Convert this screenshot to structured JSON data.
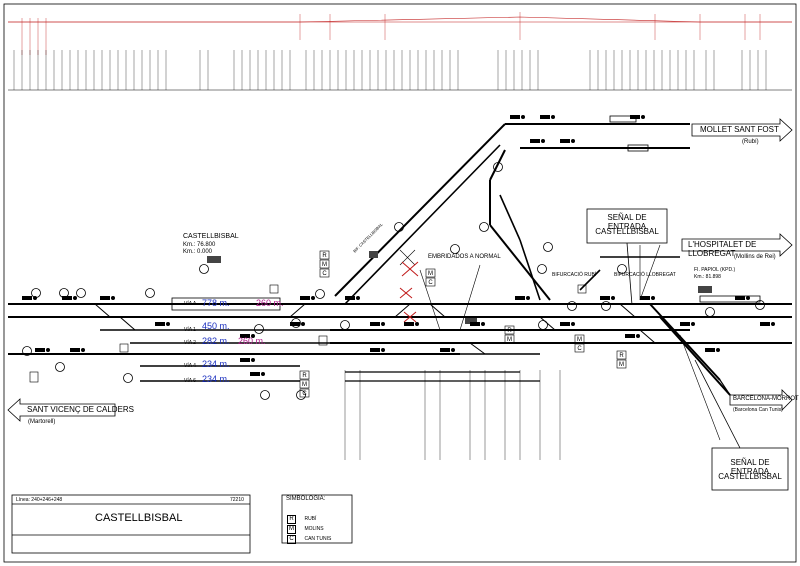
{
  "destinations": {
    "mollet": {
      "name": "MOLLET SANT FOST",
      "via": "(Rubí)"
    },
    "hospitalet": {
      "name": "L'HOSPITALET DE LLOBREGAT",
      "via": "(Mollins de Rei)"
    },
    "sant_vicenc": {
      "name": "SANT VICENÇ DE CALDERS",
      "via": "(Martorell)"
    },
    "barcelona": {
      "name": "BARCELONA-MORROT",
      "via": "(Barcelona Can Tunis)"
    }
  },
  "station": {
    "name": "CASTELLBISBAL",
    "km_lines": [
      "Km.: 76.800",
      "Km.: 0.000"
    ],
    "signal_box_1": {
      "line1": "SEÑAL DE ENTRADA",
      "line2": "CASTELLBISBAL"
    },
    "signal_box_2": {
      "line1": "SEÑAL DE ENTRADA",
      "line2": "CASTELLBISBAL"
    }
  },
  "tracks": [
    {
      "via": "VÍA A",
      "length_black": "778 m.",
      "length_magenta": "260 m."
    },
    {
      "via": "VÍA 1",
      "length_black": "450 m.",
      "length_magenta": ""
    },
    {
      "via": "VÍA 2",
      "length_black": "282 m.",
      "length_magenta": "260 m."
    },
    {
      "via": "VÍA 4",
      "length_black": "234 m.",
      "length_magenta": ""
    },
    {
      "via": "VÍA 6",
      "length_black": "234 m.",
      "length_magenta": ""
    }
  ],
  "annotations": {
    "embridados": "EMBRIDADOS A NORMAL",
    "bif_rubi": "BIFURCACIÓ RUBÍ",
    "bif_llobregat": "BIFURCACIÓ LLOBREGAT",
    "papiol": "FI. PAPIOL (KPD.)",
    "papiol_km": "Km.: 81.898",
    "bif_castellbisbal": "BIF. CASTELLBISBAL"
  },
  "footer": {
    "lines_label": "Línea: 240+246+248",
    "code": "72210",
    "title": "CASTELLBISBAL"
  },
  "legend": {
    "title": "SIMBOLOGIA:",
    "items": [
      {
        "letter": "R",
        "label": "RUBÍ"
      },
      {
        "letter": "M",
        "label": "MOLINS"
      },
      {
        "letter": "C",
        "label": "CAN TUNIS"
      }
    ]
  },
  "colors": {
    "track": "#000000",
    "accent_blue": "#1a2fbf",
    "accent_magenta": "#b0208c",
    "profile_red": "#c01818"
  }
}
